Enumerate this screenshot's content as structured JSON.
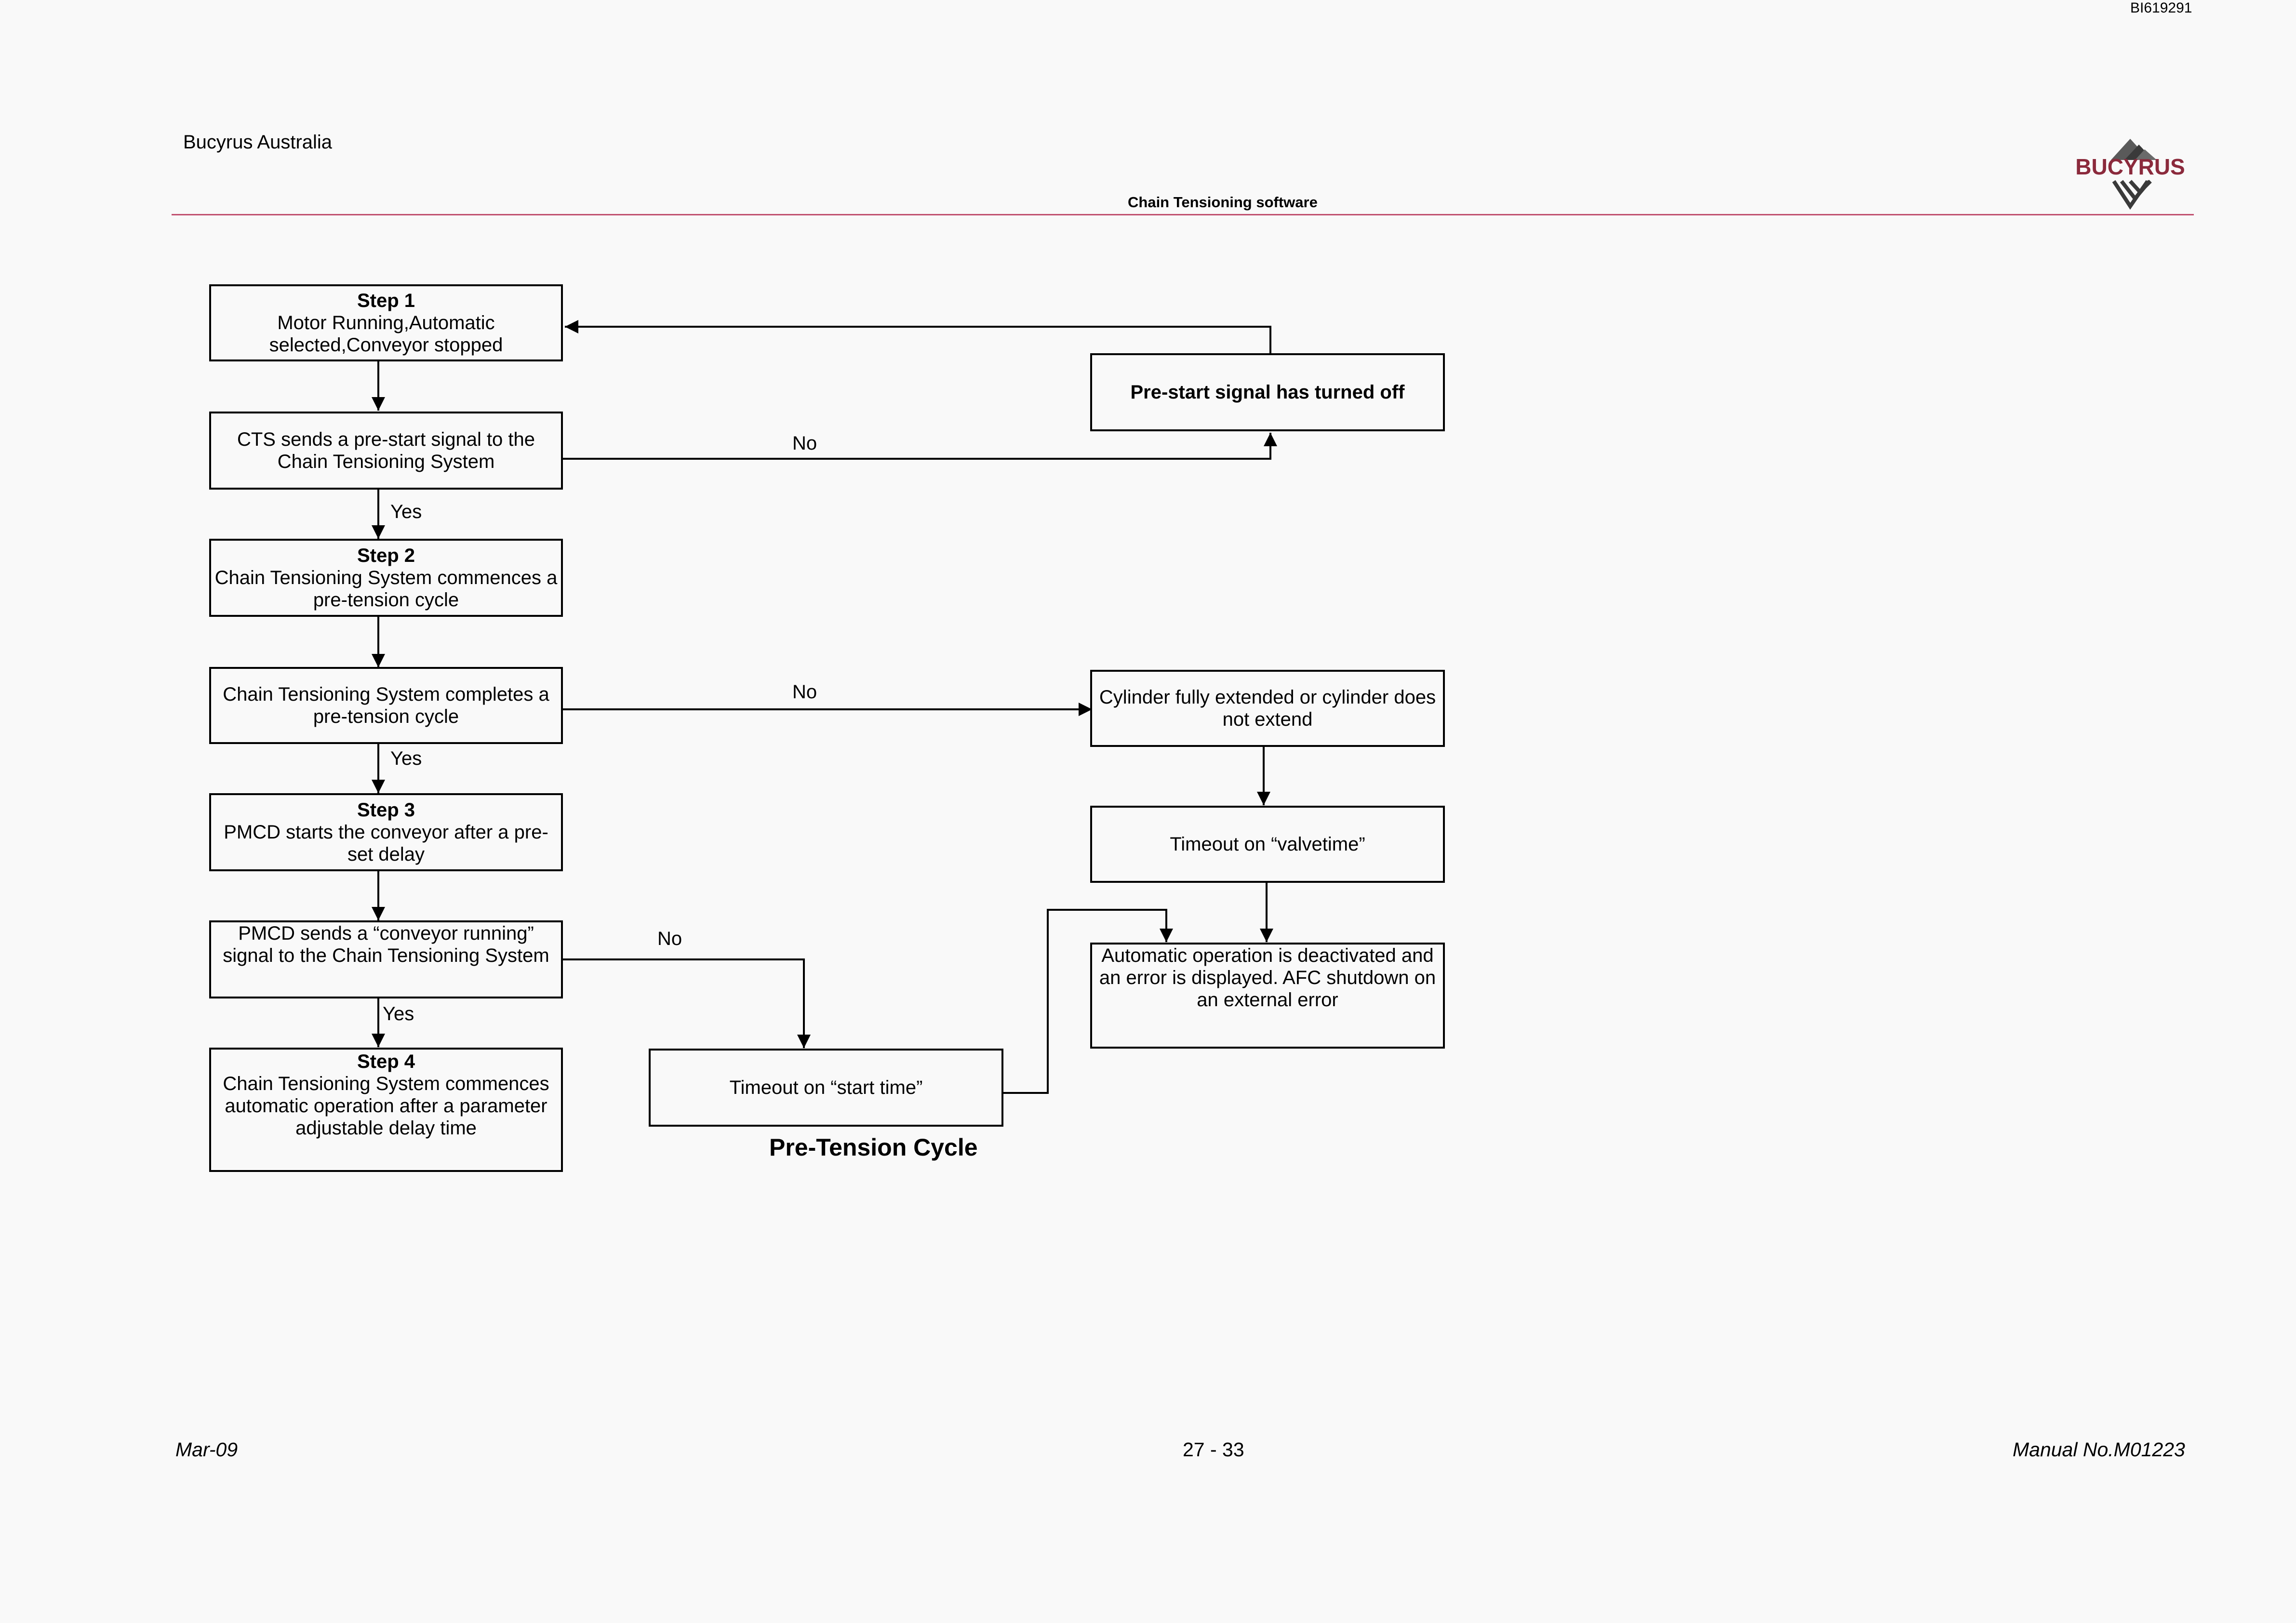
{
  "header": {
    "doc_id": "BI619291",
    "company": "Bucyrus Australia",
    "subtitle": "Chain Tensioning software",
    "logo_text": "BUCYRUS",
    "brand_color": "#8b2a3c",
    "rule_color": "#c0506f"
  },
  "flowchart": {
    "step1": {
      "title": "Step 1",
      "text": "Motor Running,Automatic selected,Conveyor stopped"
    },
    "prestart_sent": {
      "text": "CTS sends a pre-start signal to the Chain Tensioning System"
    },
    "step2": {
      "title": "Step 2",
      "text": "Chain Tensioning System commences a pre-tension cycle"
    },
    "completes": {
      "text": "Chain Tensioning System completes a pre-tension cycle"
    },
    "step3": {
      "title": "Step 3",
      "text": "PMCD starts the conveyor after a pre-set delay"
    },
    "pmcd_sends": {
      "text": "PMCD sends a “conveyor running” signal to the Chain Tensioning System"
    },
    "step4": {
      "title": "Step 4",
      "text": "Chain Tensioning System commences automatic operation after a parameter adjustable delay time"
    },
    "prestart_off": {
      "text": "Pre-start signal has turned off"
    },
    "cylinder": {
      "text": "Cylinder fully extended or cylinder does not extend"
    },
    "valvetime": {
      "text": "Timeout on “valvetime”"
    },
    "auto_deactivated": {
      "text": "Automatic operation is deactivated and an error is displayed.  AFC shutdown on an external error"
    },
    "start_time": {
      "text": "Timeout on “start time”"
    },
    "labels": {
      "no1": "No",
      "yes1": "Yes",
      "no2": "No",
      "yes2": "Yes",
      "no3": "No",
      "yes3": "Yes"
    },
    "caption": "Pre-Tension Cycle"
  },
  "footer": {
    "date": "Mar-09",
    "page": "27 - 33",
    "manual": "Manual No.M01223"
  }
}
